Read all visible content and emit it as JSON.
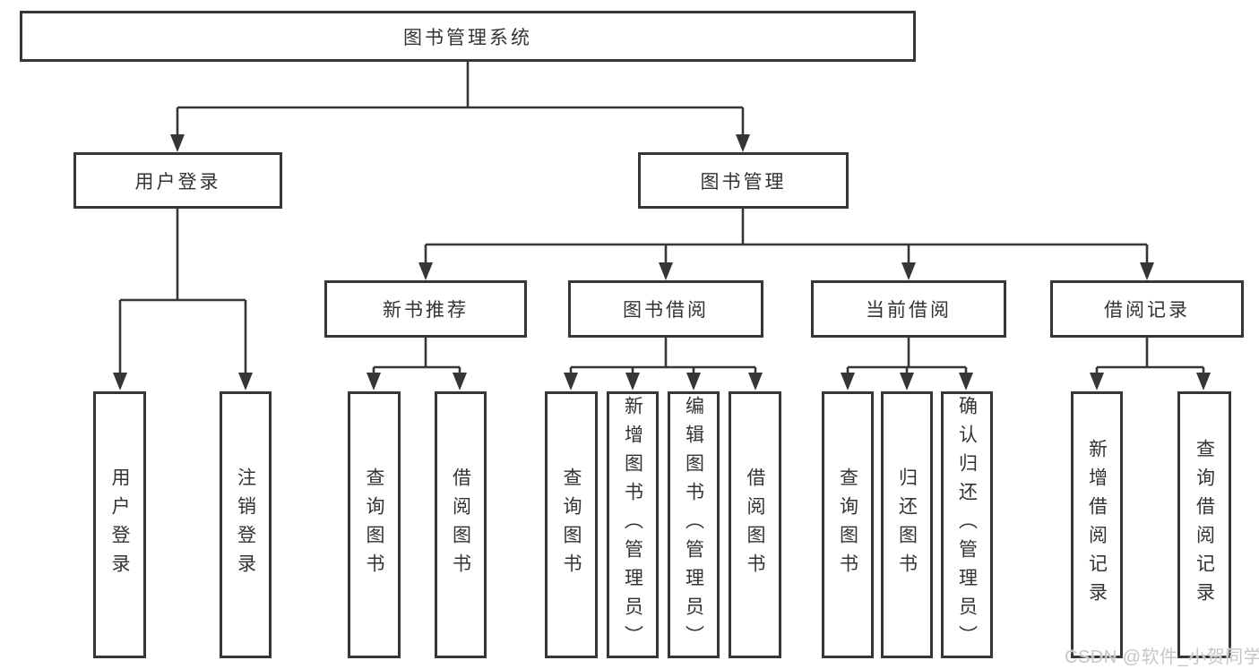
{
  "diagram": {
    "root": "图书管理系统",
    "level2": {
      "user_login": "用户登录",
      "book_mgmt": "图书管理"
    },
    "level3": {
      "new_books": "新书推荐",
      "book_borrow": "图书借阅",
      "current_borrow": "当前借阅",
      "borrow_records": "借阅记录"
    },
    "leaves": {
      "user_login": [
        "用户登录",
        "注销登录"
      ],
      "new_books": [
        "查询图书",
        "借阅图书"
      ],
      "book_borrow": [
        "查询图书",
        "新增图书（管理员）",
        "编辑图书（管理员）",
        "借阅图书"
      ],
      "current_borrow": [
        "查询图书",
        "归还图书",
        "确认归还（管理员）"
      ],
      "borrow_records": [
        "新增借阅记录",
        "查询借阅记录"
      ]
    }
  },
  "watermark": "CSDN @软件_小贺同学",
  "colors": {
    "line": "#363636",
    "text": "#333333",
    "watermark": "#c6c6c6",
    "background": "#ffffff"
  }
}
